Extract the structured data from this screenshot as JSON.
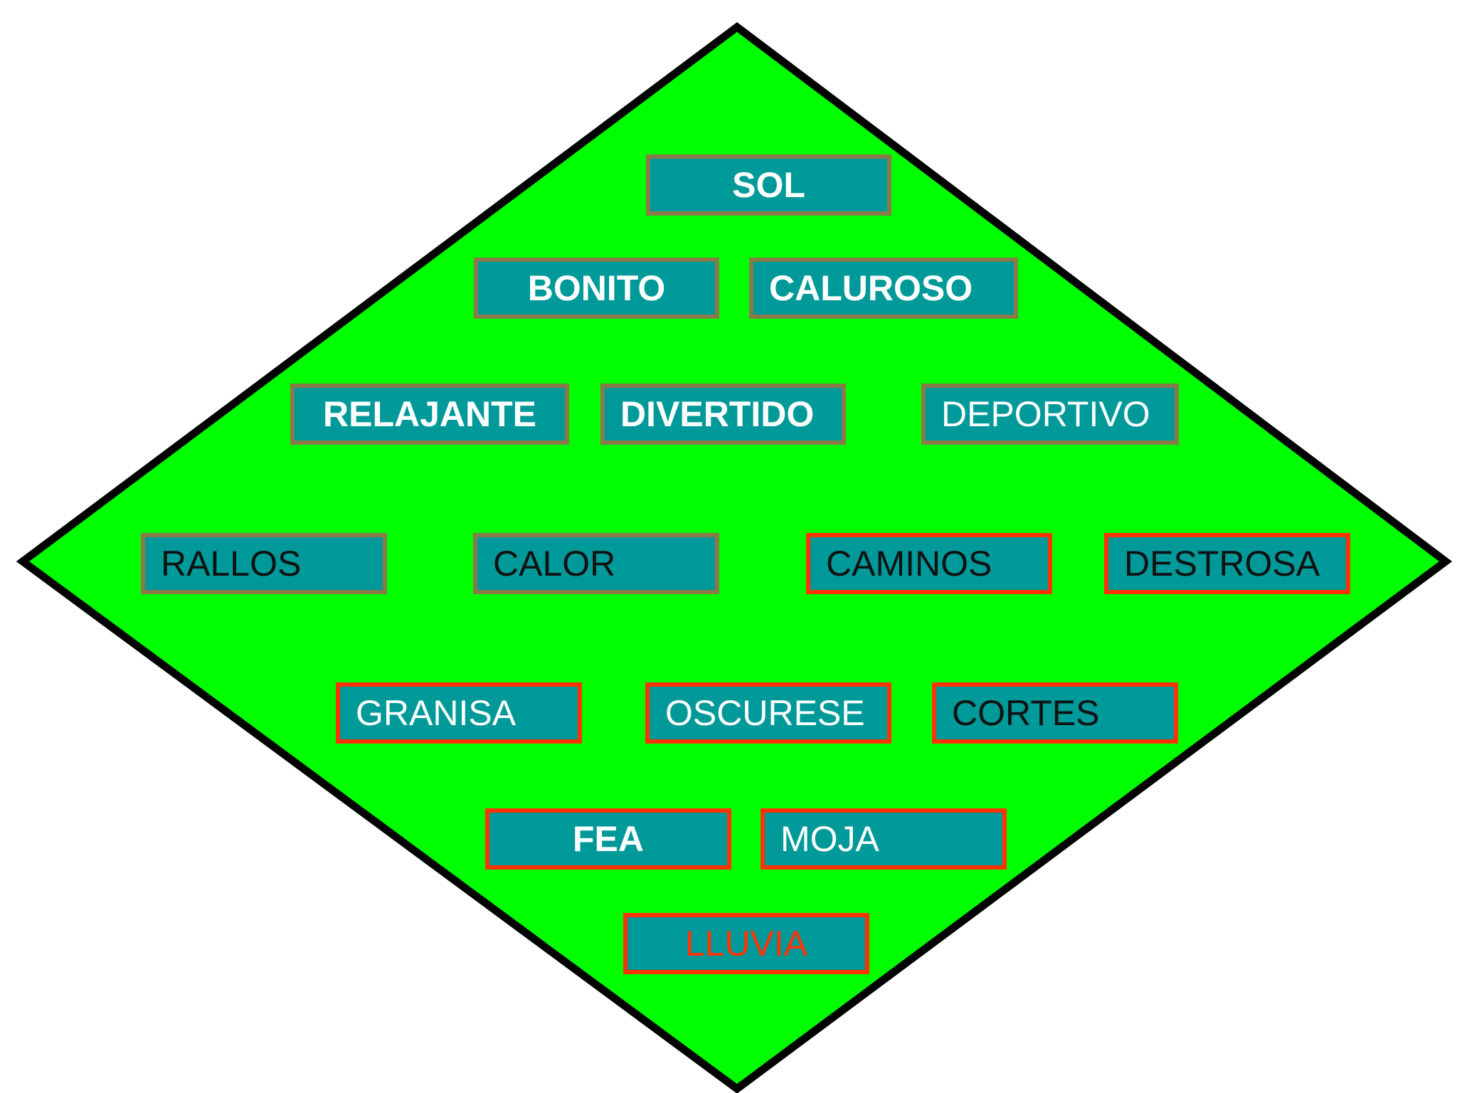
{
  "colors": {
    "diamond_fill": "#00ff00",
    "diamond_stroke": "#000000",
    "box_fill": "#009999",
    "positive_border": "#8a7a4a",
    "negative_border": "#ff3300"
  },
  "words": {
    "sol": "SOL",
    "bonito": "BONITO",
    "caluroso": "CALUROSO",
    "relajante": "RELAJANTE",
    "divertido": "DIVERTIDO",
    "deportivo": "DEPORTIVO",
    "rallos": "RALLOS",
    "calor": "CALOR",
    "caminos": "CAMINOS",
    "destrosa": "DESTROSA",
    "granisa": "GRANISA",
    "oscurese": "OSCURESE",
    "cortes": "CORTES",
    "fea": "FEA",
    "moja": "MOJA",
    "lluvia": "LLUVIA"
  }
}
